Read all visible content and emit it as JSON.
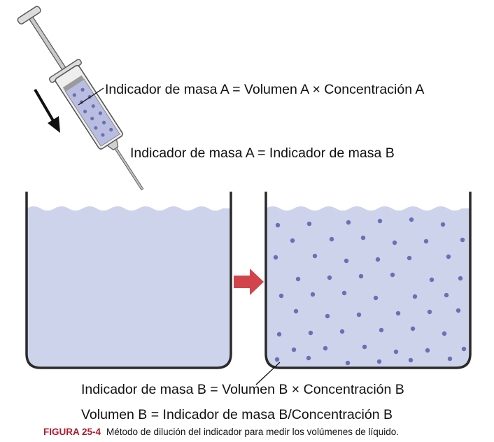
{
  "equations": {
    "eq1": "Indicador de masa A = Volumen A × Concentración A",
    "eq2": "Indicador de masa A = Indicador de masa B",
    "eq3": "Indicador de masa B = Volumen B × Concentración B",
    "eq4": "Volumen B = Indicador de masa B/Concentración B"
  },
  "caption": {
    "label": "FIGURA 25-4",
    "text": "Método de dilución del indicador para medir los volúmenes de líquido."
  },
  "colors": {
    "liquid": "#cdd3ea",
    "particle": "#6a6fb6",
    "transfer_arrow": "#d2444c",
    "caption_label": "#b0182c",
    "container_outline": "#2a2a2a"
  }
}
